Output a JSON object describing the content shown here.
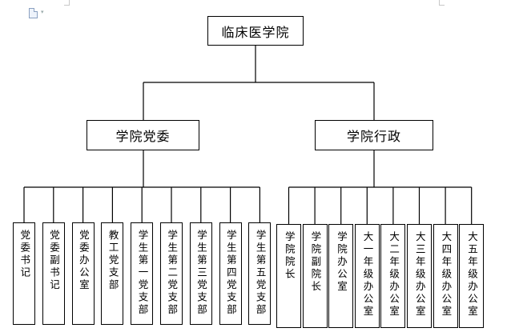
{
  "toolbar": {
    "doc_icon": "document-icon",
    "menu_caret": "▾"
  },
  "chart_data": {
    "type": "org-chart",
    "root": "临床医学院",
    "branches": [
      {
        "label": "学院党委",
        "children": [
          "党委书记",
          "党委副书记",
          "党委办公室",
          "教工党支部",
          "学生第一党支部",
          "学生第二党支部",
          "学生第三党支部",
          "学生第四党支部",
          "学生第五党支部"
        ]
      },
      {
        "label": "学院行政",
        "children": [
          "学院院长",
          "学院副院长",
          "学院办公室",
          "大一年级办公室",
          "大二年级办公室",
          "大三年级办公室",
          "大四年级办公室",
          "大五年级办公室"
        ]
      }
    ]
  }
}
